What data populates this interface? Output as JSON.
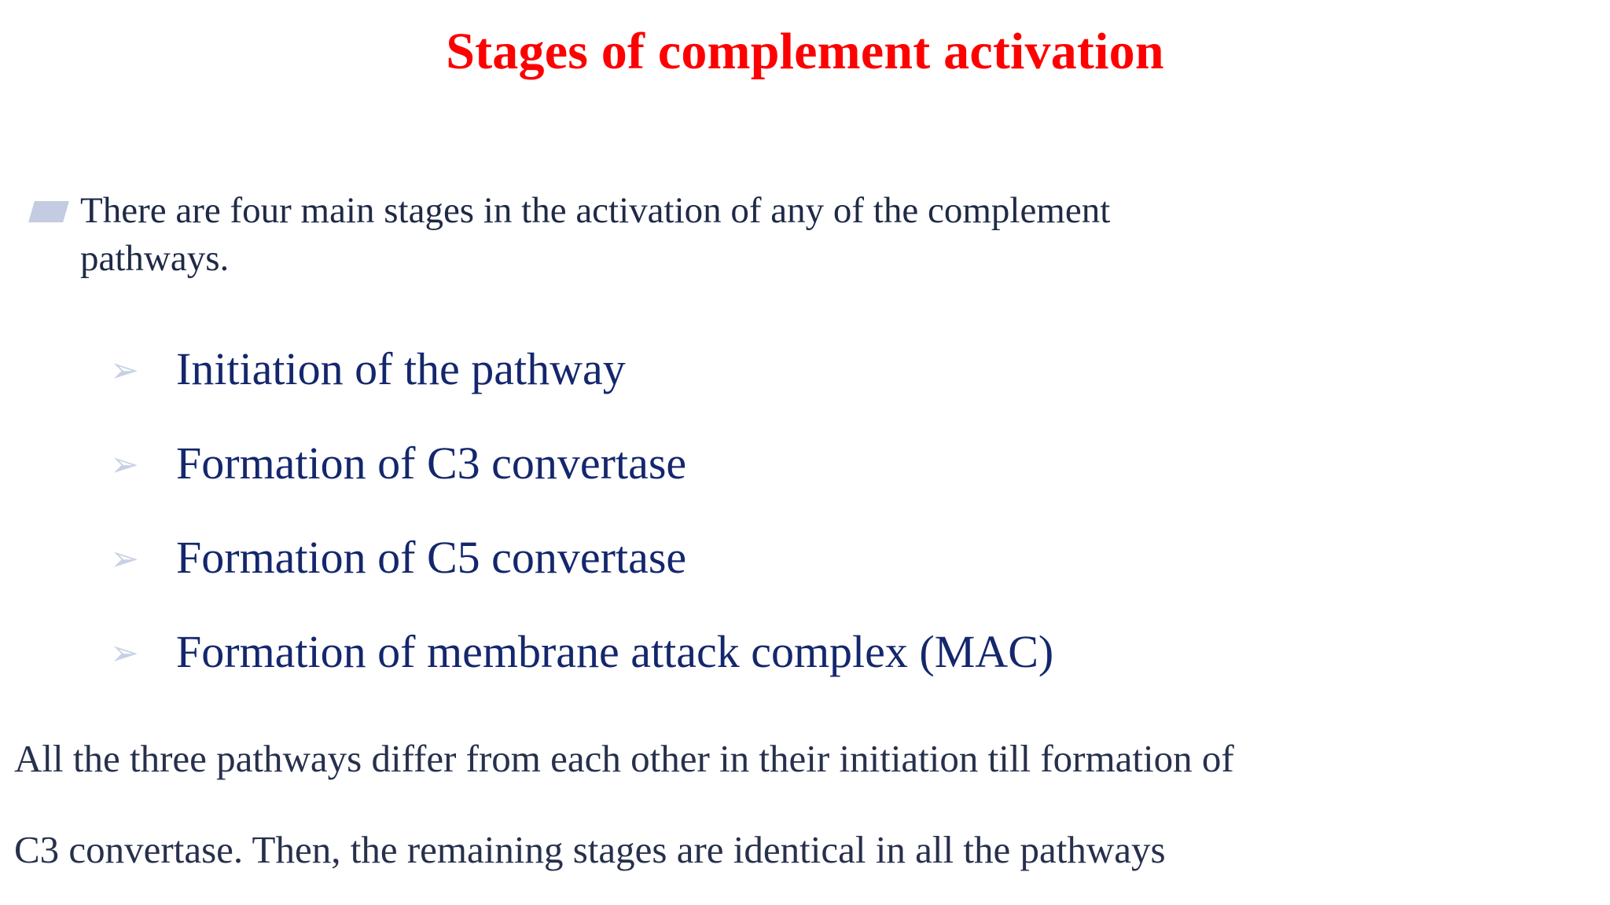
{
  "slide": {
    "title": "Stages of complement activation",
    "title_color": "#fd0102",
    "background_color": "#ffffff",
    "body_text_color": "#1f2a46",
    "sub_item_text_color": "#14276d",
    "bullet_marker_color": "#c3cce0",
    "sub_marker_color": "#c7d0e4"
  },
  "intro": {
    "marker_icon": "filled-parallelogram-bullet-icon",
    "line1": "There are four main stages in the activation of any of the complement",
    "line2": "pathways."
  },
  "stages": {
    "marker_icon": "arrowhead-bullet-icon",
    "marker_glyph": "➢",
    "items": [
      {
        "label": "Initiation of the pathway"
      },
      {
        "label": "Formation of C3 convertase"
      },
      {
        "label": "Formation of C5 convertase"
      },
      {
        "label": "Formation of membrane attack complex (MAC)"
      }
    ]
  },
  "closing": {
    "line1": "All the three pathways differ from each other in their initiation till formation of",
    "line2": "C3 convertase. Then, the remaining stages are identical in all the pathways"
  }
}
